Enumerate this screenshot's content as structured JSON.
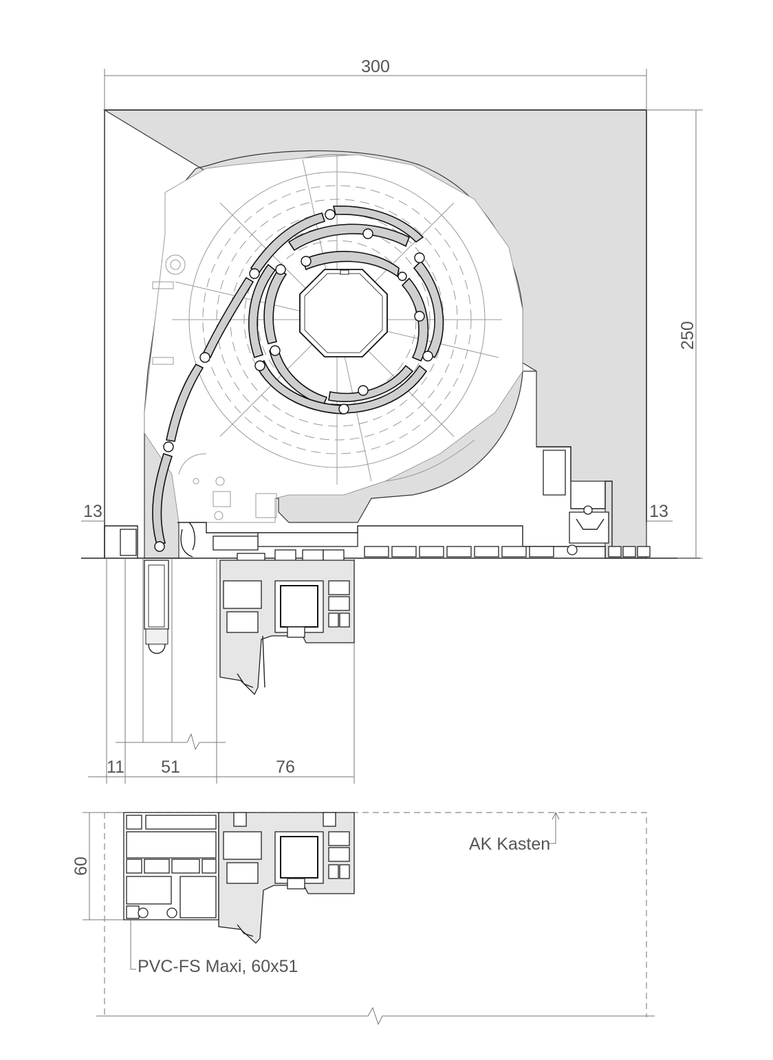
{
  "dimensions": {
    "box_width": "300",
    "box_height": "250",
    "left_reveal": "13",
    "right_reveal": "13",
    "bottom_11": "11",
    "bottom_51": "51",
    "bottom_76": "76",
    "section_height": "60"
  },
  "labels": {
    "kasten": "AK Kasten",
    "profile": "PVC-FS Maxi, 60x51"
  },
  "colors": {
    "box_fill": "#dedede",
    "slat_fill": "#cfcfcf",
    "line": "#222222"
  }
}
